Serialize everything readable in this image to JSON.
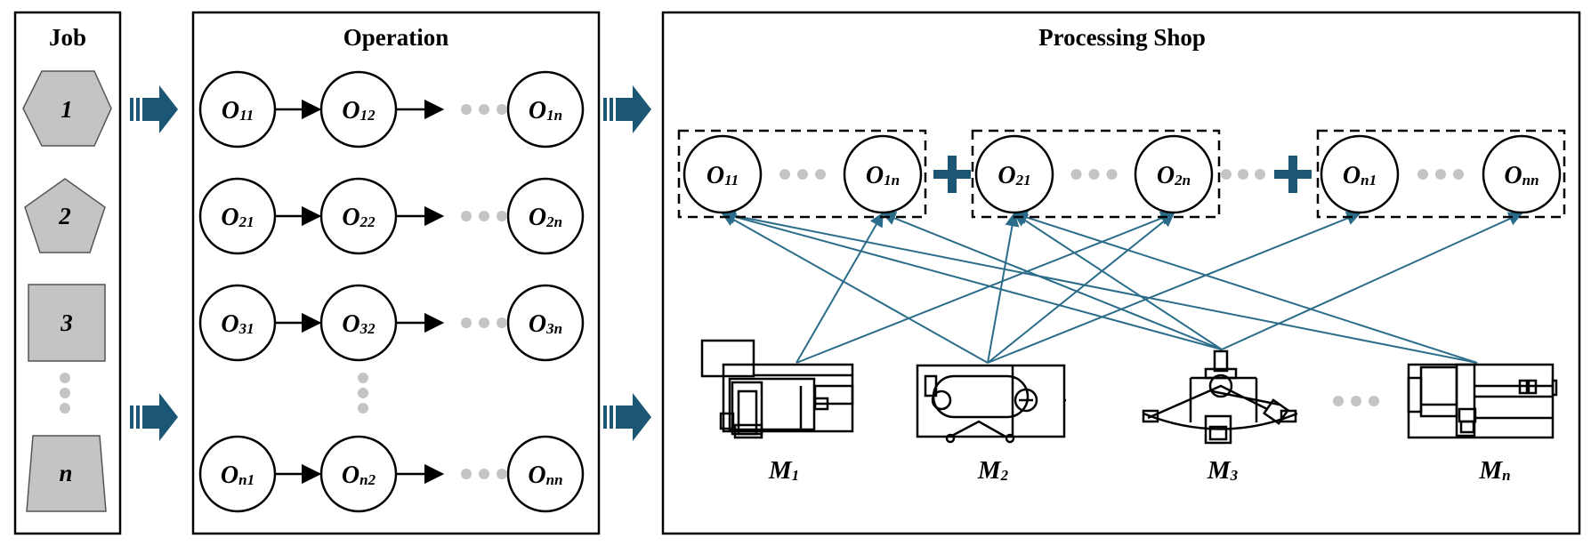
{
  "panels": {
    "job_title": "Job",
    "operation_title": "Operation",
    "shop_title": "Processing Shop"
  },
  "jobs": [
    "1",
    "2",
    "3",
    "n"
  ],
  "operation_rows": [
    [
      "O",
      "11",
      "O",
      "12",
      "O",
      "1n"
    ],
    [
      "O",
      "21",
      "O",
      "22",
      "O",
      "2n"
    ],
    [
      "O",
      "31",
      "O",
      "32",
      "O",
      "3n"
    ],
    [
      "O",
      "n1",
      "O",
      "n2",
      "O",
      "nn"
    ]
  ],
  "shop_groups": [
    {
      "first": {
        "base": "O",
        "sub": "11"
      },
      "last": {
        "base": "O",
        "sub": "1n"
      }
    },
    {
      "first": {
        "base": "O",
        "sub": "21"
      },
      "last": {
        "base": "O",
        "sub": "2n"
      }
    },
    {
      "first": {
        "base": "O",
        "sub": "n1"
      },
      "last": {
        "base": "O",
        "sub": "nn"
      }
    }
  ],
  "machines": [
    {
      "base": "M",
      "sub": "1"
    },
    {
      "base": "M",
      "sub": "2"
    },
    {
      "base": "M",
      "sub": "3"
    },
    {
      "base": "M",
      "sub": "n"
    }
  ],
  "colors": {
    "accent": "#1b5674",
    "link": "#2a6c8a",
    "ellipsis_dots": "#c4c4c4",
    "job_fill": "#c4c4c4",
    "border": "#000000"
  },
  "icons": {
    "flow_arrow": "block-right-arrow-icon",
    "plus": "plus-icon",
    "machine": "machine-tool-icon"
  }
}
